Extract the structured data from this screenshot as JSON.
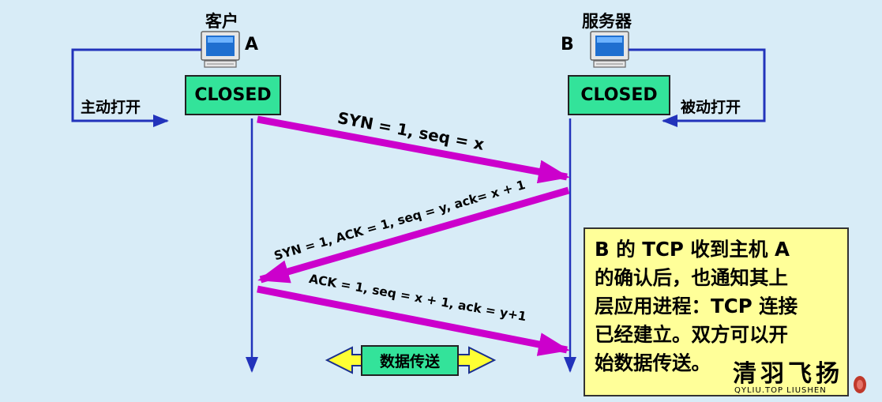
{
  "client": {
    "title": "客户",
    "letter": "A",
    "state": "CLOSED",
    "open_label": "主动打开"
  },
  "server": {
    "title": "服务器",
    "letter": "B",
    "state": "CLOSED",
    "open_label": "被动打开"
  },
  "messages": {
    "syn": "SYN = 1, seq = x",
    "syn_ack": "SYN = 1, ACK = 1, seq = y, ack= x + 1",
    "ack": "ACK = 1, seq = x + 1, ack = y+1"
  },
  "data_transfer": "数据传送",
  "note_lines": [
    "B 的 TCP 收到主机 A",
    "的确认后，也通知其上",
    "层应用进程：TCP 连接",
    "已经建立。双方可以开",
    "始数据传送。"
  ],
  "watermark": {
    "main": "清羽飞扬",
    "sub": "QYLIU.TOP   LIUSHEN"
  },
  "colors": {
    "background": "#d8ecf7",
    "arrow": "#cc00cc",
    "timeline": "#2233bb",
    "state_box": "#33e39a",
    "note": "#ffff99"
  }
}
